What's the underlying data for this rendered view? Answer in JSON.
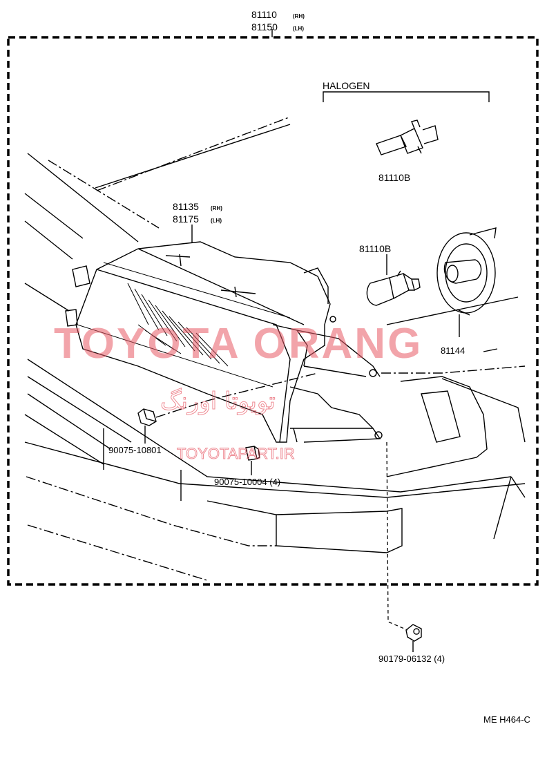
{
  "assembly": {
    "part_rh": "81110",
    "rh_tag": "(RH)",
    "part_lh": "81150",
    "lh_tag": "(LH)"
  },
  "unit": {
    "part_rh": "81135",
    "rh_tag": "(RH)",
    "part_lh": "81175",
    "lh_tag": "(LH)"
  },
  "halogen_group": {
    "title": "HALOGEN",
    "bulb_part": "81110B"
  },
  "bulb_part": "81110B",
  "socket_cover_part": "81144",
  "fasteners": {
    "clip": "90075-10801",
    "nut": "90075-10004 (4)",
    "bolt": "90179-06132 (4)"
  },
  "diagram_code": "ME H464-C",
  "watermarks": {
    "brand": "TOYOTA ORANG",
    "site": "TOYOTAPART.IR",
    "persian": "تویوتا اورنگ"
  },
  "colors": {
    "ink": "#000000",
    "watermark": "#e85a66",
    "paper": "#ffffff"
  }
}
